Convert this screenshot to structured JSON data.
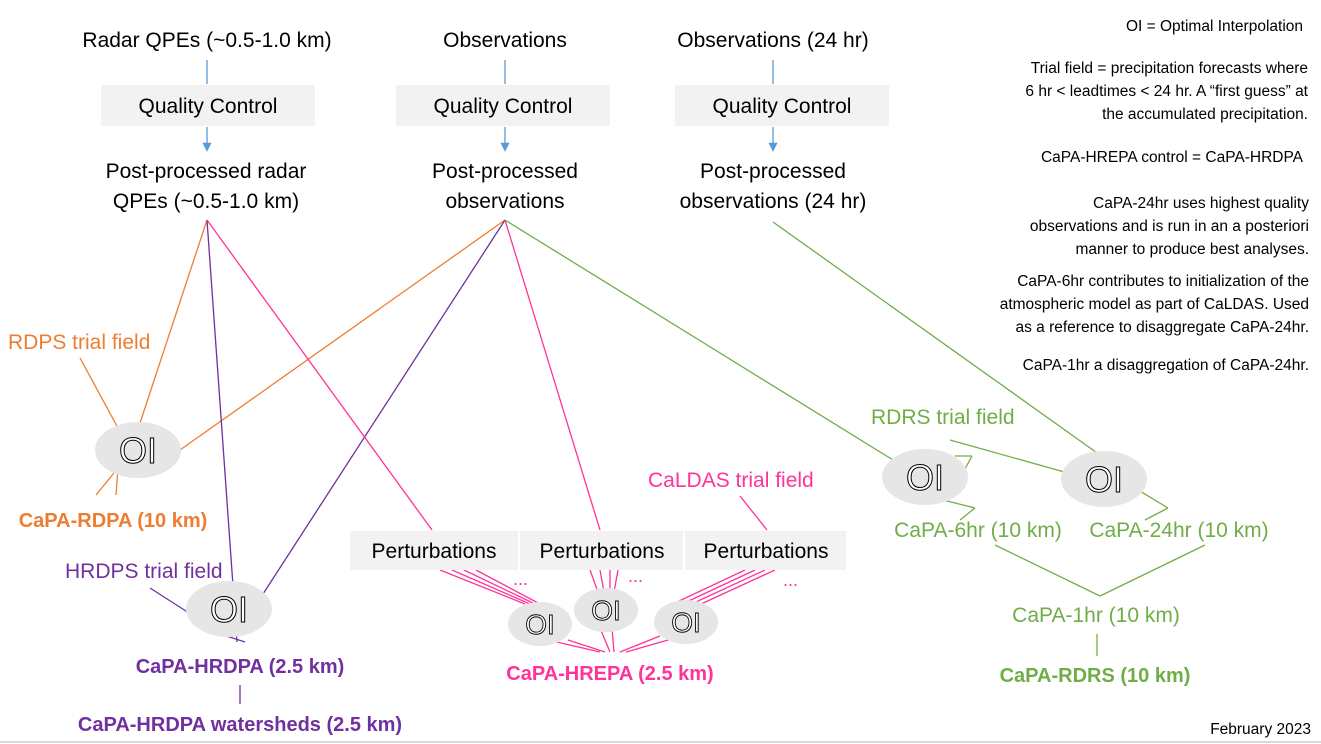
{
  "colors": {
    "orange": "#ED7D31",
    "purple": "#7030A0",
    "pink": "#FF3399",
    "green": "#70AD47",
    "blue": "#5B9BD5",
    "box_fill": "#F2F2F2",
    "oi_fill": "#E6E6E6",
    "text": "#000000"
  },
  "sources": {
    "radar": "Radar QPEs (~0.5-1.0 km)",
    "obs": "Observations",
    "obs24": "Observations (24 hr)"
  },
  "quality_control": "Quality Control",
  "processed": {
    "radar_l1": "Post-processed radar",
    "radar_l2": "QPEs (~0.5-1.0 km)",
    "obs_l1": "Post-processed",
    "obs_l2": "observations",
    "obs24_l1": "Post-processed",
    "obs24_l2": "observations (24 hr)"
  },
  "trial_fields": {
    "rdps": "RDPS trial field",
    "hrdps": "HRDPS trial field",
    "caldas": "CaLDAS trial field",
    "rdrs": "RDRS trial field"
  },
  "oi_label": "OI",
  "perturbations": "Perturbations",
  "ellipsis": "...",
  "products": {
    "rdpa": "CaPA-RDPA (10 km)",
    "hrdpa": "CaPA-HRDPA (2.5 km)",
    "hrdpa_ws": "CaPA-HRDPA watersheds (2.5 km)",
    "hrepa": "CaPA-HREPA (2.5 km)",
    "capa6": "CaPA-6hr (10 km)",
    "capa24": "CaPA-24hr (10 km)",
    "capa1": "CaPA-1hr (10 km)",
    "rdrs": "CaPA-RDRS (10 km)"
  },
  "notes": {
    "oi": "OI = Optimal Interpolation",
    "trial_l1": "Trial field = precipitation forecasts where",
    "trial_l2": "6 hr < leadtimes < 24 hr. A “first guess” at",
    "trial_l3": "the accumulated precipitation.",
    "hrepa": "CaPA-HREPA control = CaPA-HRDPA",
    "c24_l1": "CaPA-24hr uses highest quality",
    "c24_l2": "observations and is run in an a posteriori",
    "c24_l3": "manner to produce best analyses.",
    "c6_l1": "CaPA-6hr contributes to initialization of the",
    "c6_l2": "atmospheric model as part of CaLDAS. Used",
    "c6_l3": "as a reference to disaggregate CaPA-24hr.",
    "c1": "CaPA-1hr a disaggregation of CaPA-24hr."
  },
  "date": "February 2023"
}
